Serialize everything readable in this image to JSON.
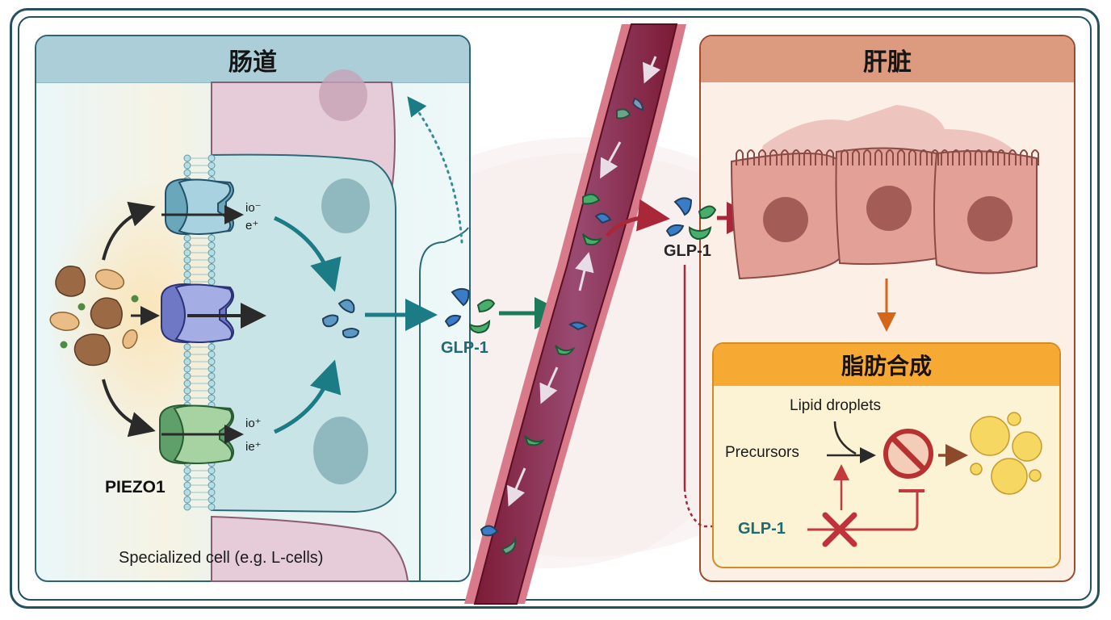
{
  "diagram": {
    "gut_panel": {
      "title": "肠道",
      "channel_labels": {
        "top_line1": "io⁻",
        "top_line2": "e⁺",
        "bottom_line1": "io⁺",
        "bottom_line2": "ie⁺"
      },
      "receptor_label": "PIEZO1",
      "cell_caption": "Specialized cell (e.g. L-cells)",
      "secreted_label": "GLP-1"
    },
    "bloodstream": {
      "flow_direction_icons": [
        "arrow-down",
        "arrow-down",
        "arrow-up",
        "arrow-down",
        "arrow-down"
      ]
    },
    "liver_panel": {
      "title": "肝脏",
      "incoming_label": "GLP-1",
      "lipogenesis_box": {
        "title": "脂肪合成",
        "lipid_droplets_label": "Lipid droplets",
        "precursors_label": "Precursors",
        "glp1_label": "GLP-1",
        "inhibit_icon": "prohibition-icon",
        "block_icon": "x-mark-icon"
      }
    },
    "colors": {
      "gut_border": "#2c6575",
      "gut_header": "#acced9",
      "liver_border": "#9c4c2e",
      "liver_header": "#dc9a7f",
      "lipo_header": "#f6aa33",
      "vessel": "#8b2541",
      "glp1_teal": "#1f6b72",
      "inhibit_red": "#c43a3a"
    }
  }
}
